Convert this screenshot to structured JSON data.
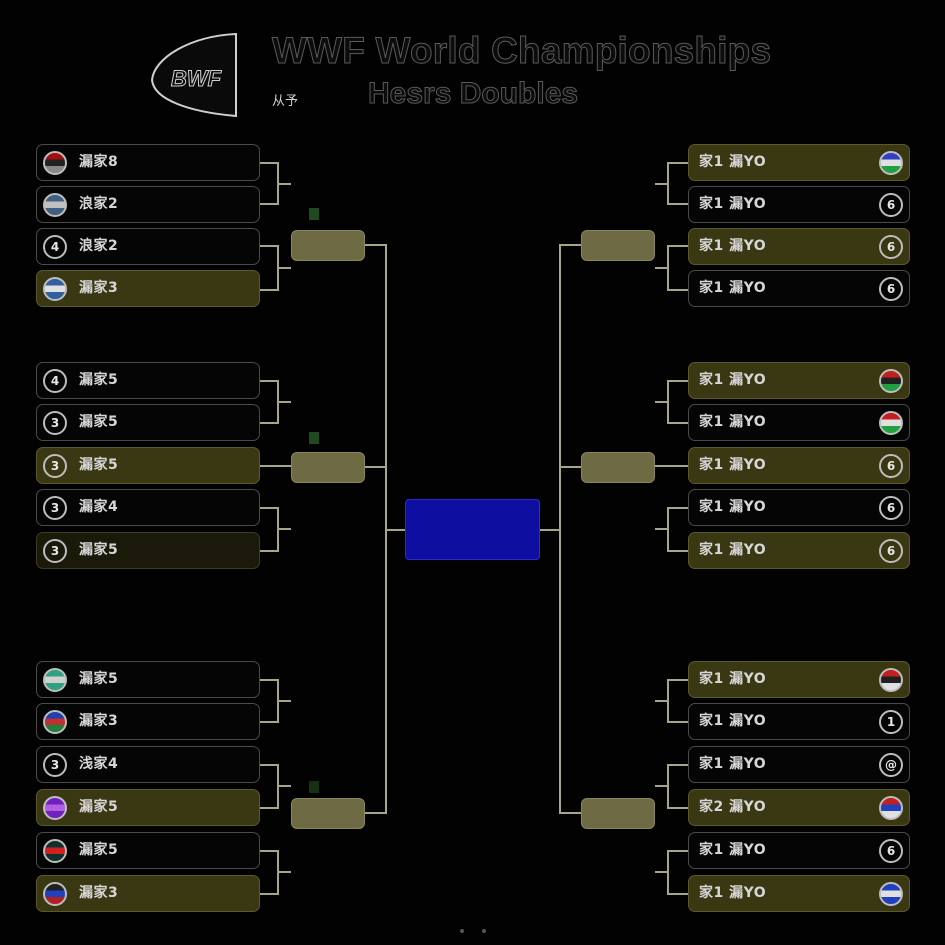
{
  "header": {
    "logo_text": "BWF",
    "title": "WWF World Championships",
    "subtitle": "Hesrs Doubles",
    "small_text": "从予"
  },
  "left_groups": [
    {
      "slots": [
        {
          "name": "漏家8",
          "badge": "",
          "icon": "flag-icon",
          "flag": [
            "#a01010",
            "#222",
            "#888"
          ],
          "highlight": "none"
        },
        {
          "name": "浪家2",
          "badge": "",
          "icon": "emblem-icon",
          "flag": [
            "#406080",
            "#c0c0c0",
            "#406080"
          ],
          "highlight": "none"
        },
        {
          "name": "浪家2",
          "badge": "4",
          "icon": "number-icon",
          "flag": null,
          "highlight": "none"
        },
        {
          "name": "漏家3",
          "badge": "",
          "icon": "flag-icon",
          "flag": [
            "#3060a0",
            "#e0e0e0",
            "#3060a0"
          ],
          "highlight": "hl"
        }
      ]
    },
    {
      "slots": [
        {
          "name": "漏家5",
          "badge": "4",
          "icon": "number-icon",
          "flag": null,
          "highlight": "none"
        },
        {
          "name": "漏家5",
          "badge": "3",
          "icon": "number-icon",
          "flag": null,
          "highlight": "none"
        },
        {
          "name": "漏家5",
          "badge": "3",
          "icon": "number-icon",
          "flag": null,
          "highlight": "hl"
        },
        {
          "name": "漏家4",
          "badge": "3",
          "icon": "number-icon",
          "flag": null,
          "highlight": "none"
        },
        {
          "name": "漏家5",
          "badge": "3",
          "icon": "number-icon",
          "flag": null,
          "highlight": "fade"
        }
      ]
    },
    {
      "slots": [
        {
          "name": "漏家5",
          "badge": "",
          "icon": "emblem-icon",
          "flag": [
            "#30a080",
            "#d0d0d0",
            "#30a080"
          ],
          "highlight": "none"
        },
        {
          "name": "漏家3",
          "badge": "",
          "icon": "flag-icon",
          "flag": [
            "#2040b0",
            "#c03030",
            "#208040"
          ],
          "highlight": "none"
        },
        {
          "name": "浅家4",
          "badge": "3",
          "icon": "number-icon",
          "flag": null,
          "highlight": "none"
        },
        {
          "name": "漏家5",
          "badge": "",
          "icon": "flag-icon",
          "flag": [
            "#7020c0",
            "#b060e0",
            "#7020c0"
          ],
          "highlight": "hl"
        },
        {
          "name": "漏家5",
          "badge": "",
          "icon": "flag-icon",
          "flag": [
            "#103030",
            "#d02020",
            "#103030"
          ],
          "highlight": "none"
        },
        {
          "name": "漏家3",
          "badge": "",
          "icon": "flag-icon",
          "flag": [
            "#202020",
            "#2040c0",
            "#b02020"
          ],
          "highlight": "hl"
        }
      ]
    }
  ],
  "right_groups": [
    {
      "slots": [
        {
          "name": "家1 漏YO",
          "badge": "",
          "icon": "flag-icon",
          "flag": [
            "#3040c0",
            "#e0e0e0",
            "#20a040"
          ],
          "highlight": "hl"
        },
        {
          "name": "家1 漏YO",
          "badge": "6",
          "icon": "number-icon",
          "flag": null,
          "highlight": "none"
        },
        {
          "name": "家1 漏YO",
          "badge": "6",
          "icon": "number-icon",
          "flag": null,
          "highlight": "hl"
        },
        {
          "name": "家1 漏YO",
          "badge": "6",
          "icon": "number-icon",
          "flag": null,
          "highlight": "none"
        }
      ]
    },
    {
      "slots": [
        {
          "name": "家1 漏YO",
          "badge": "",
          "icon": "flag-icon",
          "flag": [
            "#c02020",
            "#202020",
            "#20a040"
          ],
          "highlight": "hl"
        },
        {
          "name": "家1 漏YO",
          "badge": "",
          "icon": "flag-icon",
          "flag": [
            "#c02020",
            "#e0e0e0",
            "#20a040"
          ],
          "highlight": "none"
        },
        {
          "name": "家1 漏YO",
          "badge": "6",
          "icon": "number-icon",
          "flag": null,
          "highlight": "hl"
        },
        {
          "name": "家1 漏YO",
          "badge": "6",
          "icon": "number-icon",
          "flag": null,
          "highlight": "none"
        },
        {
          "name": "家1 漏YO",
          "badge": "6",
          "icon": "number-icon",
          "flag": null,
          "highlight": "hl"
        }
      ]
    },
    {
      "slots": [
        {
          "name": "家1 漏YO",
          "badge": "",
          "icon": "flag-icon",
          "flag": [
            "#c02020",
            "#202020",
            "#e0e0e0"
          ],
          "highlight": "hl"
        },
        {
          "name": "家1 漏YO",
          "badge": "1",
          "icon": "number-icon",
          "flag": null,
          "highlight": "none"
        },
        {
          "name": "家1 漏YO",
          "badge": "@",
          "icon": "number-icon",
          "flag": null,
          "highlight": "none"
        },
        {
          "name": "家2 漏YO",
          "badge": "",
          "icon": "flag-icon",
          "flag": [
            "#c02020",
            "#2040c0",
            "#e0e0e0"
          ],
          "highlight": "hl"
        },
        {
          "name": "家1 漏YO",
          "badge": "6",
          "icon": "number-icon",
          "flag": null,
          "highlight": "none"
        },
        {
          "name": "家1 漏YO",
          "badge": "",
          "icon": "flag-icon",
          "flag": [
            "#2040c0",
            "#e0e0e0",
            "#2040c0"
          ],
          "highlight": "hl"
        }
      ]
    }
  ],
  "colors": {
    "line": "#a8a68a",
    "match_box": "#6e6b44",
    "final_box": "#0e0ea0",
    "highlight": "#3a3713"
  }
}
